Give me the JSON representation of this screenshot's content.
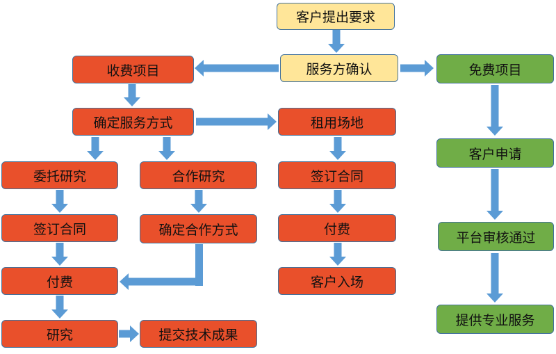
{
  "colors": {
    "paid": "#E9502B",
    "free": "#70AD47",
    "start": "#FFE699",
    "arrow": "#5B9BD5"
  },
  "nodes": {
    "request": "客户提出要求",
    "confirm": "服务方确认",
    "paid": "收费项目",
    "free": "免费项目",
    "service_mode": "确定服务方式",
    "rent_venue": "租用场地",
    "commissioned": "委托研究",
    "cooperative": "合作研究",
    "sign_mid": "签订合同",
    "apply": "客户申请",
    "sign_left": "签订合同",
    "coop_mode": "确定合作方式",
    "pay_mid": "付费",
    "approve": "平台审核通过",
    "pay_left": "付费",
    "enter": "客户入场",
    "research": "研究",
    "submit": "提交技术成果",
    "provide": "提供专业服务"
  }
}
